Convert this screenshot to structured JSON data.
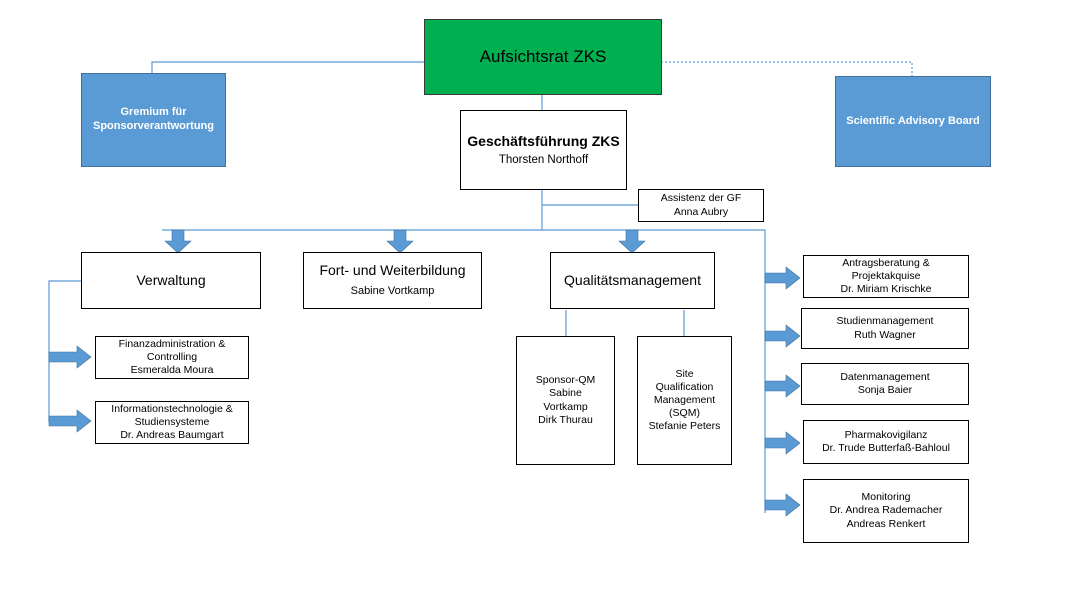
{
  "board": {
    "title": "Aufsichtsrat ZKS"
  },
  "sponsor_committee": {
    "line1": "Gremium für",
    "line2": "Sponsorverantwortung"
  },
  "advisory_board": {
    "title": "Scientific Advisory Board"
  },
  "management": {
    "title": "Geschäftsführung ZKS",
    "person": "Thorsten Northoff"
  },
  "assistant": {
    "title": "Assistenz der GF",
    "person": "Anna Aubry"
  },
  "admin": {
    "title": "Verwaltung",
    "units": [
      {
        "line1": "Finanzadministration &",
        "line2": "Controlling",
        "person": "Esmeralda Moura"
      },
      {
        "line1": "Informationstechnologie &",
        "line2": "Studiensysteme",
        "person": "Dr. Andreas Baumgart"
      }
    ]
  },
  "training": {
    "title": "Fort- und Weiterbildung",
    "person": "Sabine Vortkamp"
  },
  "quality": {
    "title": "Qualitätsmanagement",
    "sponsor_qm": {
      "line1": "Sponsor-QM",
      "line2": "Sabine",
      "line3": "Vortkamp",
      "line4": "Dirk Thurau"
    },
    "site_qm": {
      "line1": "Site",
      "line2": "Qualification",
      "line3": "Management",
      "line4": "(SQM)",
      "line5": "Stefanie Peters"
    }
  },
  "right_units": [
    {
      "line1": "Antragsberatung &",
      "line2": "Projektakquise",
      "line3": "Dr. Miriam Krischke"
    },
    {
      "line1": "Studienmanagement",
      "line2": "Ruth Wagner"
    },
    {
      "line1": "Datenmanagement",
      "line2": "Sonja Baier"
    },
    {
      "line1": "Pharmakovigilanz",
      "line2": "Dr. Trude Butterfaß-Bahloul"
    },
    {
      "line1": "Monitoring",
      "line2": "Dr. Andrea Rademacher",
      "line3": "Andreas Renkert"
    }
  ],
  "colors": {
    "board": "#00b050",
    "committee": "#5b9bd5",
    "connector": "#5b9bd5",
    "arrow": "#5b9bd5"
  }
}
